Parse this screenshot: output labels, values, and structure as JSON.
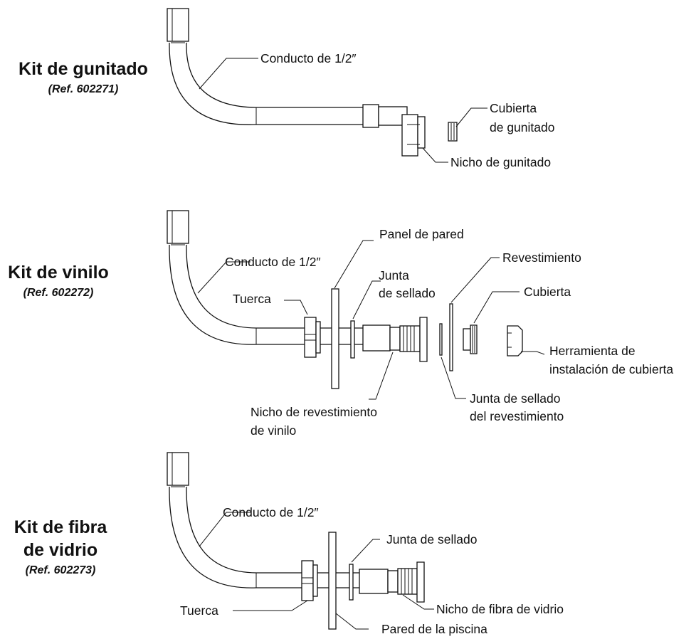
{
  "kits": [
    {
      "title_lines": [
        "Kit de gunitado"
      ],
      "ref": "(Ref. 602271)",
      "labels": {
        "conduit": "Conducto de 1/2″",
        "cover_line1": "Cubierta",
        "cover_line2": "de gunitado",
        "niche": "Nicho de gunitado"
      }
    },
    {
      "title_lines": [
        "Kit de vinilo"
      ],
      "ref": "(Ref. 602272)",
      "labels": {
        "wall_panel": "Panel de pared",
        "conduit": "Conducto de 1/2″",
        "gasket_line1": "Junta",
        "gasket_line2": "de sellado",
        "liner": "Revestimiento",
        "nut": "Tuerca",
        "cover": "Cubierta",
        "tool_line1": "Herramienta de",
        "tool_line2": "instalación de cubierta",
        "niche_line1": "Nicho de revestimiento",
        "niche_line2": "de vinilo",
        "liner_gasket_line1": "Junta de sellado",
        "liner_gasket_line2": "del revestimiento"
      }
    },
    {
      "title_lines": [
        "Kit de fibra",
        "de vidrio"
      ],
      "ref": "(Ref. 602273)",
      "labels": {
        "conduit": "Conducto de 1/2″",
        "gasket": "Junta de sellado",
        "nut": "Tuerca",
        "niche": "Nicho de fibra de vidrio",
        "pool_wall": "Pared de la piscina"
      }
    }
  ]
}
